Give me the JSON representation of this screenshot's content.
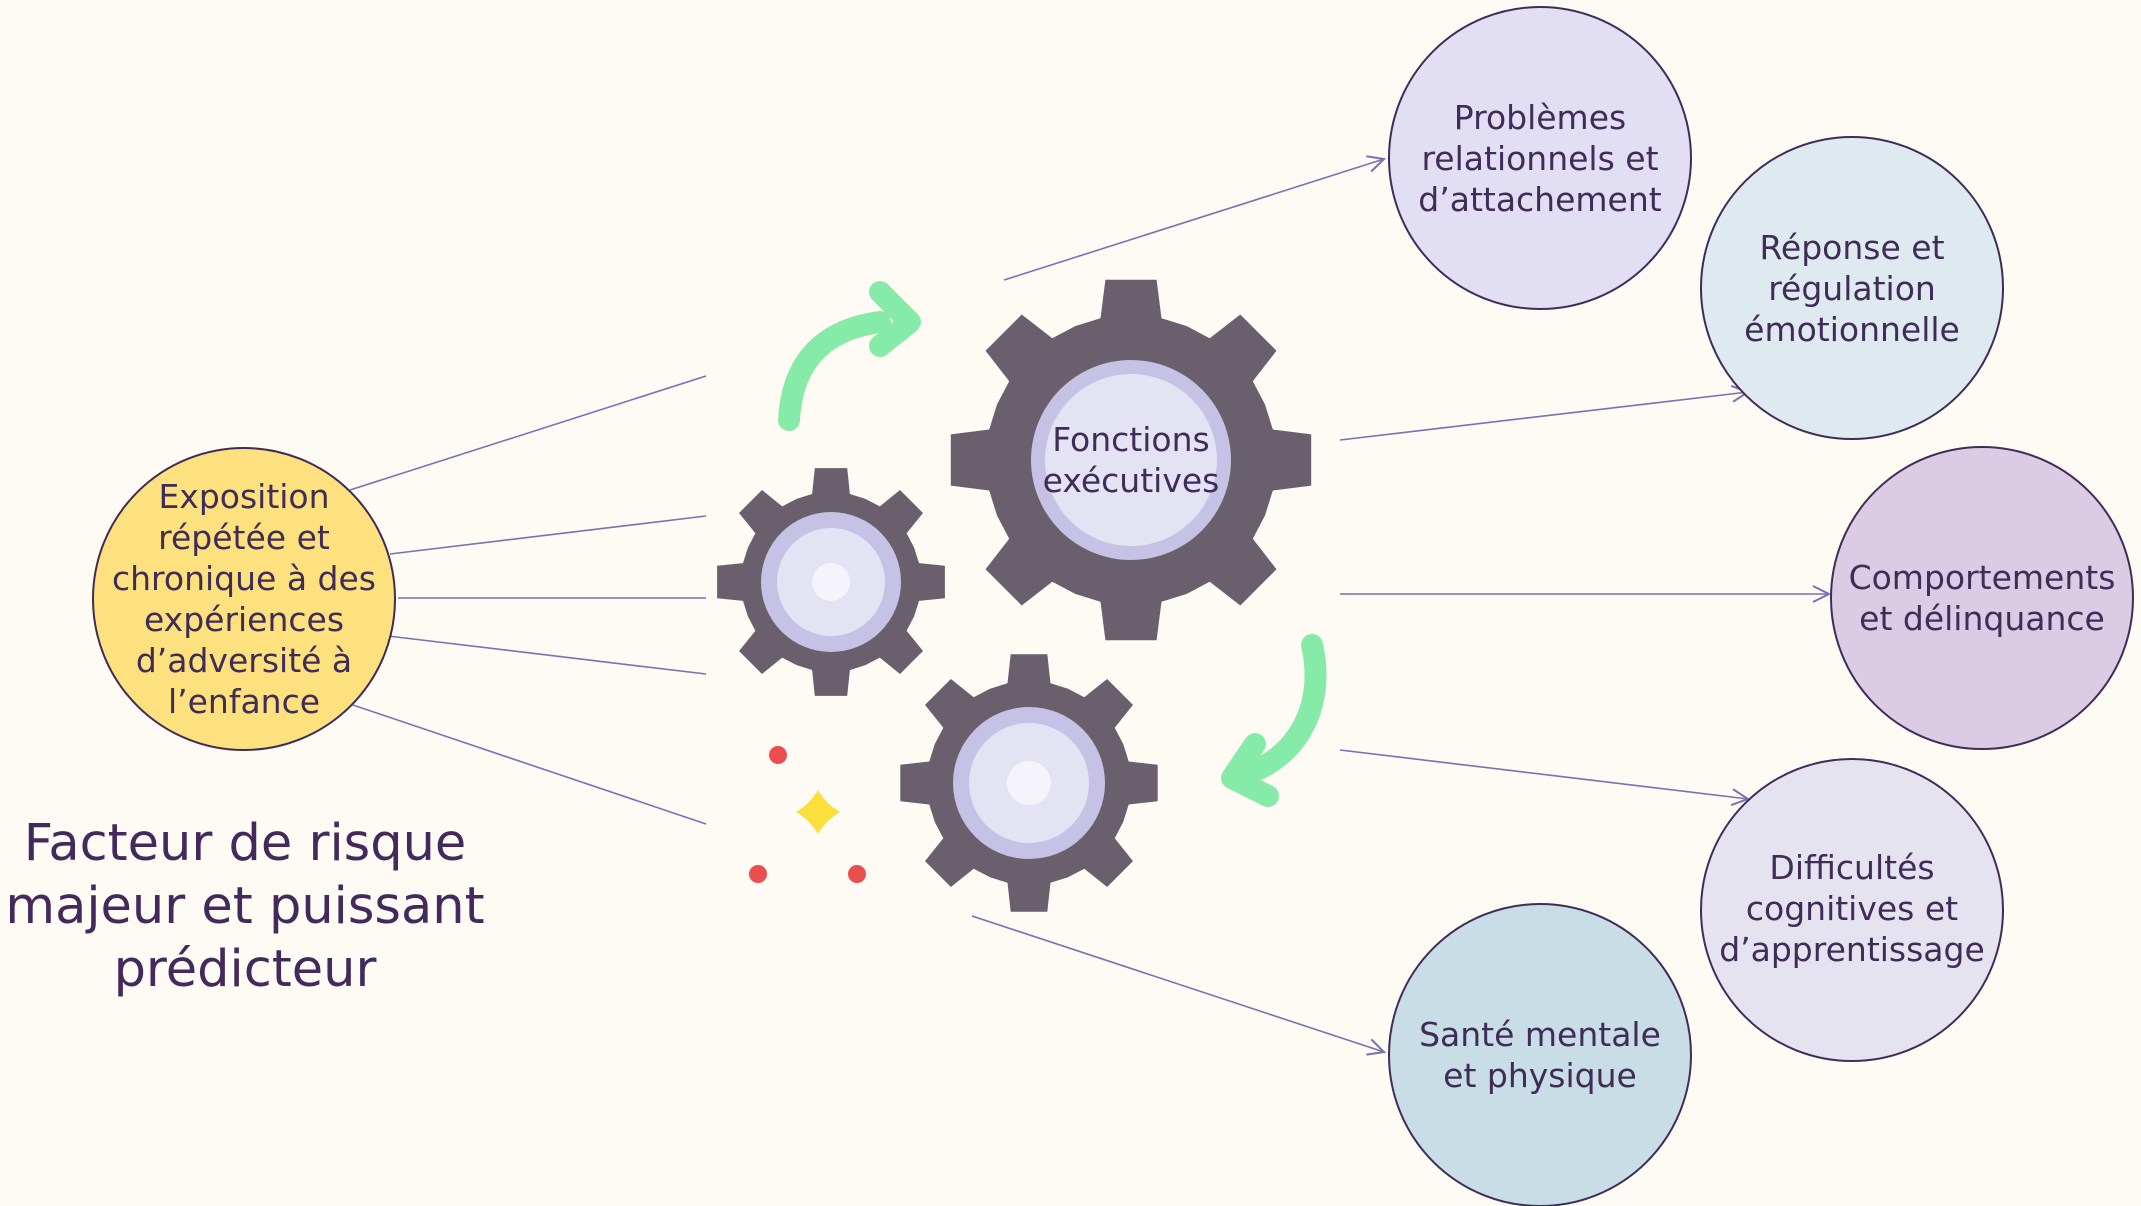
{
  "colors": {
    "background": "#fdfbf4",
    "connector": "#7b70b4",
    "gear": "#6a5f6d",
    "gear_dark": "#5d5262",
    "gear_hub_outer": "#c5c2e5",
    "gear_hub_inner": "#e4e3f3",
    "cycle_arrow": "#86eba9",
    "text": "#3f2c57",
    "dot_red": "#ec4e4e",
    "sparkle_yellow": "#fbdf3c"
  },
  "source": {
    "lines": [
      "Exposition",
      "répétée et",
      "chronique à des",
      "expériences",
      "d’adversité à",
      "l’enfance"
    ],
    "fill": "#fde17e"
  },
  "center": {
    "lines": [
      "Fonctions",
      "exécutives"
    ],
    "icon": "gears-icon"
  },
  "caption": {
    "lines": [
      "Facteur de risque",
      "majeur et puissant",
      "prédicteur"
    ]
  },
  "outcomes": [
    {
      "lines": [
        "Problèmes",
        "relationnels et",
        "d’attachement"
      ],
      "fill": "#e2def4"
    },
    {
      "lines": [
        "Réponse et",
        "régulation",
        "émotionnelle"
      ],
      "fill": "#dfeaf0"
    },
    {
      "lines": [
        "Comportements",
        "et délinquance"
      ],
      "fill": "#dccbe5"
    },
    {
      "lines": [
        "Difficultés",
        "cognitives et",
        "d’apprentissage"
      ],
      "fill": "#e6e3f1"
    },
    {
      "lines": [
        "Santé mentale",
        "et physique"
      ],
      "fill": "#c9dde6"
    }
  ]
}
